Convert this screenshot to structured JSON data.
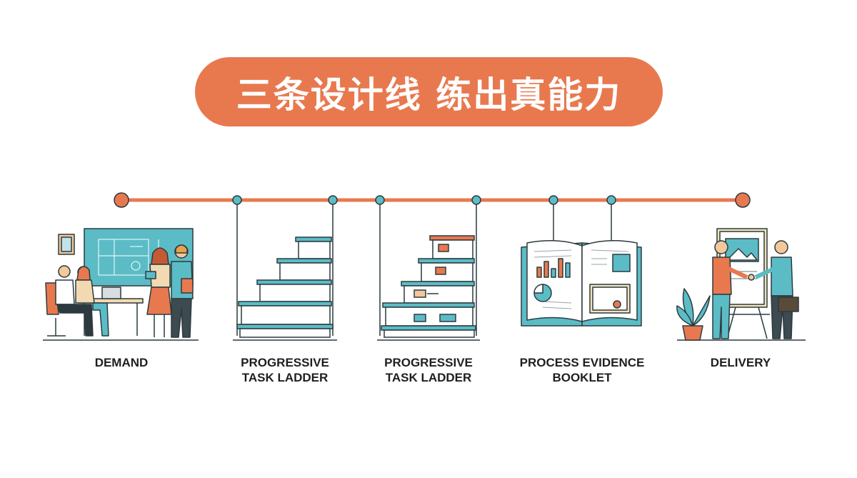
{
  "title": "三条设计线 练出真能力",
  "colors": {
    "accent": "#e8794f",
    "teal": "#5bbcc6",
    "dark": "#2c3a3f"
  },
  "stages": [
    {
      "label": "DEMAND",
      "icon": "design-meeting-icon"
    },
    {
      "label": "PROGRESSIVE\nTASK LADDER",
      "icon": "staircase-icon"
    },
    {
      "label": "PROGRESSIVE\nTASK LADDER",
      "icon": "task-shelf-ladder-icon"
    },
    {
      "label": "PROCESS EVIDENCE\nBOOKLET",
      "icon": "open-booklet-icon"
    },
    {
      "label": "DELIVERY",
      "icon": "handshake-delivery-icon"
    }
  ]
}
